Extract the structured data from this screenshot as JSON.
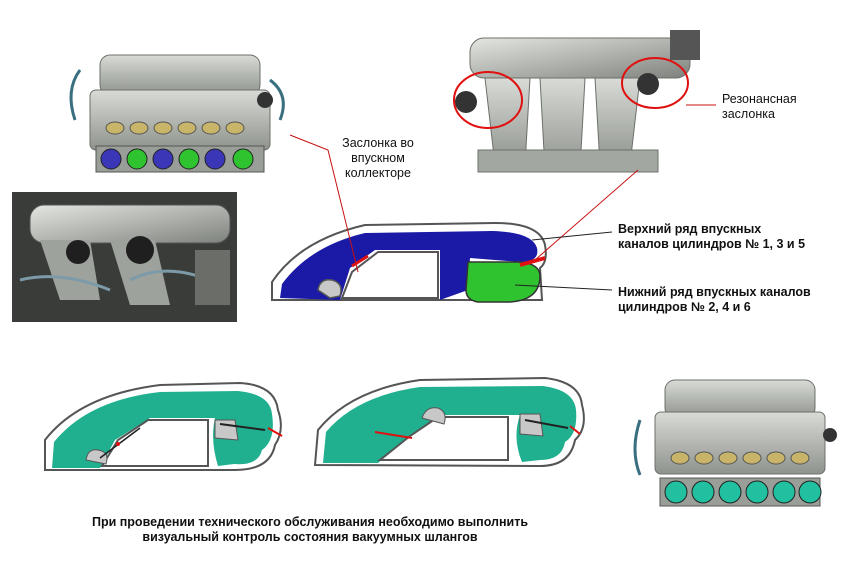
{
  "labels": {
    "intake_flap": [
      "Заслонка во",
      "впускном",
      "коллекторе"
    ],
    "resonance_flap": [
      "Резонансная",
      "заслонка"
    ],
    "upper_row": [
      "Верхний ряд впускных",
      "каналов цилиндров № 1, 3 и 5"
    ],
    "lower_row": [
      "Нижний ряд впускных каналов",
      "цилиндров № 2, 4 и 6"
    ]
  },
  "caption": [
    "При проведении технического обслуживания необходимо выполнить",
    "визуальный контроль состояния вакуумных шлангов"
  ],
  "colors": {
    "upper_channels": "#1a1aa6",
    "lower_channels": "#2fc42f",
    "diagram_fill": "#20b090",
    "flap_red": "#e01010",
    "outline": "#333333",
    "metal": "#b9bdb8"
  }
}
